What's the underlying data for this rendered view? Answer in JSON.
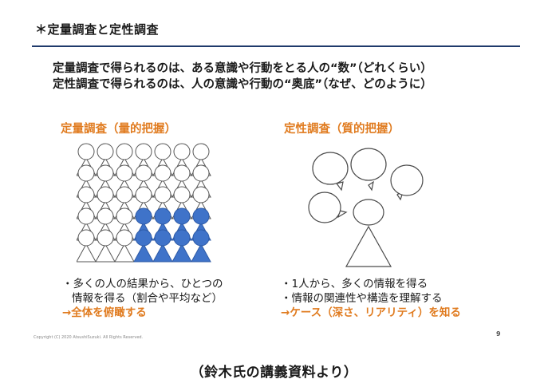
{
  "slide": {
    "title": "＊定量調査と定性調査",
    "lead": [
      "定量調査で得られるのは、ある意識や行動をとる人の“数”（どれくらい）",
      "定性調査で得られるのは、人の意識や行動の“奥底”（なぜ、どのように）"
    ],
    "quantitative": {
      "heading": "定量調査（量的把握）",
      "bullet_1": "・多くの人の結果から、ひとつの",
      "bullet_1b": "情報を得る（割合や平均など）",
      "conclusion": "→全体を俯瞰する"
    },
    "qualitative": {
      "heading": "定性調査（質的把握）",
      "bullet_1": "・1人から、多くの情報を得る",
      "bullet_2": "・情報の関連性や構造を理解する",
      "conclusion": "→ケース（深さ、リアリティ）を知る"
    },
    "copyright": "Copyright (C) 2020 AtsushiSuzuki. All Rights Reserved.",
    "page_number": "9"
  },
  "caption": "（鈴木氏の講義資料より）",
  "colors": {
    "accent": "#e07b1f",
    "title_rule": "#1f3a6b",
    "person_highlight": "#3f73c9"
  },
  "people_grid": {
    "rows": 5,
    "cols": 7,
    "highlighted_count": 8
  }
}
